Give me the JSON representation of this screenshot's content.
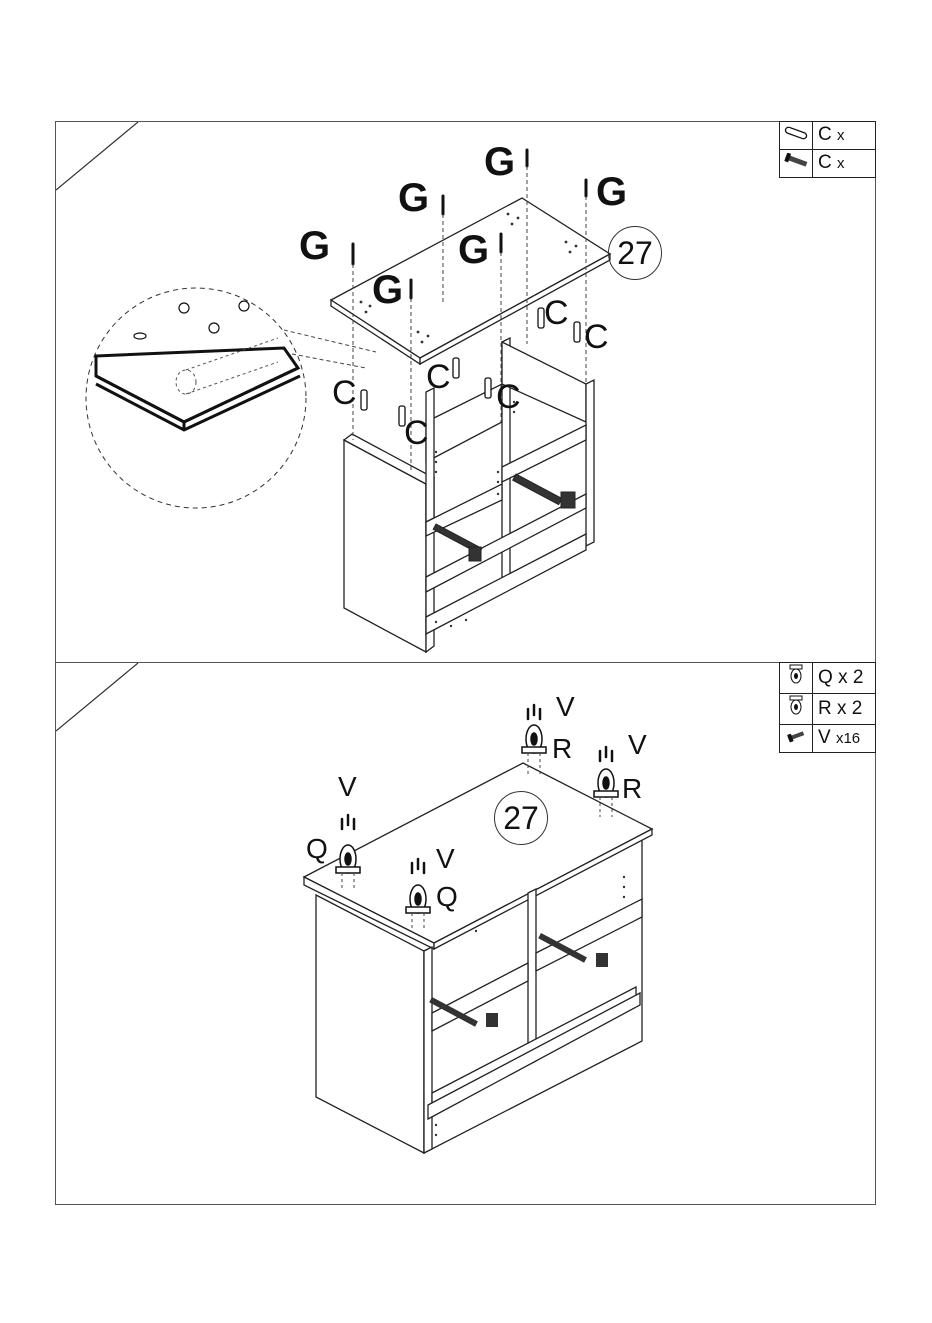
{
  "top_step": {
    "step_number": "27",
    "legend": [
      {
        "icon": "dowel-icon",
        "letter": "C",
        "qty": "x"
      },
      {
        "icon": "screw-icon",
        "letter": "C",
        "qty": "x"
      }
    ],
    "labels_g": [
      "G",
      "G",
      "G",
      "G",
      "G",
      "G"
    ],
    "labels_c": [
      "C",
      "C",
      "C",
      "C",
      "C",
      "C"
    ]
  },
  "bottom_step": {
    "step_number": "27",
    "legend": [
      {
        "icon": "caster-brake-icon",
        "letter": "Q",
        "qty": "x 2"
      },
      {
        "icon": "caster-icon",
        "letter": "R",
        "qty": "x 2"
      },
      {
        "icon": "small-screw-icon",
        "letter": "V",
        "qty": "x16"
      }
    ],
    "labels": {
      "v": [
        "V",
        "V",
        "V",
        "V"
      ],
      "q": [
        "Q",
        "Q"
      ],
      "r": [
        "R",
        "R"
      ]
    }
  }
}
